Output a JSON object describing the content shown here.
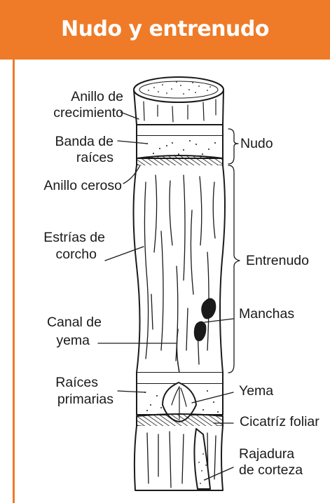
{
  "title": "Nudo y entrenudo",
  "colors": {
    "header": "#ef7b28",
    "ink": "#1a1a1a",
    "background": "#ffffff"
  },
  "labels": {
    "anillo_crecimiento": [
      "Anillo de",
      "crecimiento"
    ],
    "banda_raices": [
      "Banda de",
      "raíces"
    ],
    "anillo_ceroso": "Anillo ceroso",
    "estrias_corcho": [
      "Estrías de",
      "corcho"
    ],
    "canal_yema": [
      "Canal de",
      "yema"
    ],
    "raices_primarias": [
      "Raíces",
      "primarias"
    ],
    "nudo": "Nudo",
    "entrenudo": "Entrenudo",
    "manchas": "Manchas",
    "yema": "Yema",
    "cicatriz_foliar": "Cicatríz foliar",
    "rajadura_corteza": [
      "Rajadura",
      "de corteza"
    ]
  }
}
